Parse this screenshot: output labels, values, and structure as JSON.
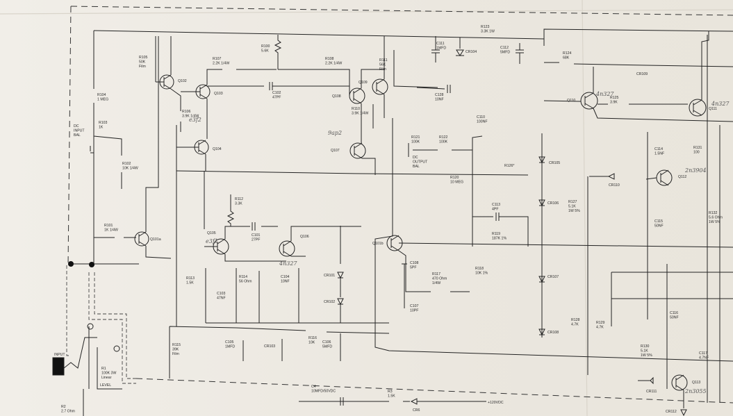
{
  "components": [
    {
      "id": "r105",
      "text": [
        "R105",
        "50K",
        "Film"
      ]
    },
    {
      "id": "r104",
      "text": [
        "R104",
        "1 MEG"
      ]
    },
    {
      "id": "dcinput",
      "text": [
        "DC",
        "INPUT",
        "BAL"
      ]
    },
    {
      "id": "r103",
      "text": [
        "R103",
        "1K"
      ]
    },
    {
      "id": "r102",
      "text": [
        "R102",
        "10K 1/4W"
      ]
    },
    {
      "id": "r101",
      "text": [
        "R101",
        "1K 1/4W"
      ]
    },
    {
      "id": "q101a",
      "text": [
        "Q101a"
      ]
    },
    {
      "id": "q102",
      "text": [
        "Q102"
      ]
    },
    {
      "id": "q103",
      "text": [
        "Q103"
      ]
    },
    {
      "id": "q104",
      "text": [
        "Q104"
      ]
    },
    {
      "id": "r106",
      "text": [
        "R106",
        "3.9K 1/4W"
      ]
    },
    {
      "id": "r107",
      "text": [
        "R107",
        "2.2K 1/4W"
      ]
    },
    {
      "id": "r100",
      "text": [
        "R100",
        "5.6K"
      ]
    },
    {
      "id": "c102",
      "text": [
        "C102",
        "47PF"
      ]
    },
    {
      "id": "r108",
      "text": [
        "R108",
        "2.2K 1/4W"
      ]
    },
    {
      "id": "q108",
      "text": [
        "Q108"
      ]
    },
    {
      "id": "q109",
      "text": [
        "Q109"
      ]
    },
    {
      "id": "r111",
      "text": [
        "R111",
        "56K",
        "Film"
      ]
    },
    {
      "id": "r110",
      "text": [
        "R110",
        "3.9K 1/4W"
      ]
    },
    {
      "id": "q107",
      "text": [
        "Q107"
      ]
    },
    {
      "id": "c111",
      "text": [
        "C111",
        "1MFD"
      ]
    },
    {
      "id": "cr104",
      "text": [
        "CR104"
      ]
    },
    {
      "id": "r123",
      "text": [
        "R123",
        "3.3K 1W"
      ]
    },
    {
      "id": "c112",
      "text": [
        "C112",
        "5MFD"
      ]
    },
    {
      "id": "c128",
      "text": [
        "C128",
        "10NF"
      ]
    },
    {
      "id": "c110",
      "text": [
        "C110",
        "100NF"
      ]
    },
    {
      "id": "r121",
      "text": [
        "R121",
        "100K"
      ]
    },
    {
      "id": "dcoutput",
      "text": [
        "DC",
        "OUTPUT",
        "BAL"
      ]
    },
    {
      "id": "r122",
      "text": [
        "R122",
        "100K"
      ]
    },
    {
      "id": "r120",
      "text": [
        "R120",
        "10 MEG"
      ]
    },
    {
      "id": "c113",
      "text": [
        "C113",
        "4PF"
      ]
    },
    {
      "id": "r119",
      "text": [
        "R119",
        "187K 1%"
      ]
    },
    {
      "id": "q101b",
      "text": [
        "Q101b"
      ]
    },
    {
      "id": "c108",
      "text": [
        "C108",
        "5PF"
      ]
    },
    {
      "id": "r117",
      "text": [
        "R117",
        "470 Ohm",
        "1/4W"
      ]
    },
    {
      "id": "r118",
      "text": [
        "R118",
        "10K 1%"
      ]
    },
    {
      "id": "c107",
      "text": [
        "C107",
        "10PF"
      ]
    },
    {
      "id": "r112",
      "text": [
        "R112",
        "3.3K"
      ]
    },
    {
      "id": "q105",
      "text": [
        "Q105"
      ]
    },
    {
      "id": "c101",
      "text": [
        "C101",
        "27PF"
      ]
    },
    {
      "id": "q106",
      "text": [
        "Q106"
      ]
    },
    {
      "id": "r113",
      "text": [
        "R113",
        "1.5K"
      ]
    },
    {
      "id": "c103",
      "text": [
        "C103",
        "47NF"
      ]
    },
    {
      "id": "r114",
      "text": [
        "R114",
        "56 Ohm"
      ]
    },
    {
      "id": "c104",
      "text": [
        "C104",
        "10NF"
      ]
    },
    {
      "id": "cr101",
      "text": [
        "CR101"
      ]
    },
    {
      "id": "cr102",
      "text": [
        "CR102"
      ]
    },
    {
      "id": "r115",
      "text": [
        "R115",
        "39K",
        "Film"
      ]
    },
    {
      "id": "c105",
      "text": [
        "C105",
        "1MFD"
      ]
    },
    {
      "id": "cr103",
      "text": [
        "CR103"
      ]
    },
    {
      "id": "r116",
      "text": [
        "R116",
        "10K"
      ]
    },
    {
      "id": "c106",
      "text": [
        "C106",
        "5MFD"
      ]
    },
    {
      "id": "input",
      "text": [
        "INPUT"
      ]
    },
    {
      "id": "r1",
      "text": [
        "R1",
        "100K 3W",
        "Linear"
      ]
    },
    {
      "id": "level",
      "text": [
        "LEVEL"
      ]
    },
    {
      "id": "r2",
      "text": [
        "R2",
        "2.7 Ohm"
      ]
    },
    {
      "id": "c4",
      "text": [
        "C4",
        "10MFD/50VDC"
      ]
    },
    {
      "id": "r3",
      "text": [
        "R3",
        "1.5K"
      ]
    },
    {
      "id": "cr6",
      "text": [
        "CR6"
      ]
    },
    {
      "id": "v120",
      "text": [
        "+120VDC"
      ]
    },
    {
      "id": "r124",
      "text": [
        "R124",
        "68K"
      ]
    },
    {
      "id": "cr109",
      "text": [
        "CR109"
      ]
    },
    {
      "id": "q110",
      "text": [
        "Q110"
      ]
    },
    {
      "id": "r125",
      "text": [
        "R125",
        "3.9K"
      ]
    },
    {
      "id": "q111",
      "text": [
        "Q111"
      ]
    },
    {
      "id": "r126",
      "text": [
        "R126*"
      ]
    },
    {
      "id": "cr105",
      "text": [
        "CR105"
      ]
    },
    {
      "id": "c114",
      "text": [
        "C114",
        "1.5NF"
      ]
    },
    {
      "id": "r131",
      "text": [
        "R131",
        "100"
      ]
    },
    {
      "id": "cr110",
      "text": [
        "CR110"
      ]
    },
    {
      "id": "q112",
      "text": [
        "Q112"
      ]
    },
    {
      "id": "cr106",
      "text": [
        "CR106"
      ]
    },
    {
      "id": "r127",
      "text": [
        "R127",
        "5.1K",
        "1W 5%"
      ]
    },
    {
      "id": "c115",
      "text": [
        "C115",
        "50NF"
      ]
    },
    {
      "id": "r132",
      "text": [
        "R132",
        "5.6 Ohm",
        "1W 5%"
      ]
    },
    {
      "id": "cr107",
      "text": [
        "CR107"
      ]
    },
    {
      "id": "r128",
      "text": [
        "R128",
        "4.7K"
      ]
    },
    {
      "id": "r129",
      "text": [
        "R129",
        "4.7K"
      ]
    },
    {
      "id": "c116",
      "text": [
        "C116",
        "50NF"
      ]
    },
    {
      "id": "cr108",
      "text": [
        "CR108"
      ]
    },
    {
      "id": "r130",
      "text": [
        "R130",
        "5.1K",
        "1W 5%"
      ]
    },
    {
      "id": "c117",
      "text": [
        "C117",
        "4.7NF"
      ]
    },
    {
      "id": "cr111",
      "text": [
        "CR111"
      ]
    },
    {
      "id": "q113",
      "text": [
        "Q113"
      ]
    },
    {
      "id": "cr112",
      "text": [
        "CR112"
      ]
    }
  ],
  "annotations": [
    {
      "id": "a1",
      "text": "4n327"
    },
    {
      "id": "a2",
      "text": "4n327"
    },
    {
      "id": "a3",
      "text": "2n3904"
    },
    {
      "id": "a4",
      "text": "2n3055"
    },
    {
      "id": "a5",
      "text": "4n327"
    },
    {
      "id": "a6",
      "text": "9ap2"
    },
    {
      "id": "a7",
      "text": "e3f2"
    },
    {
      "id": "a8",
      "text": "e3f1"
    }
  ]
}
